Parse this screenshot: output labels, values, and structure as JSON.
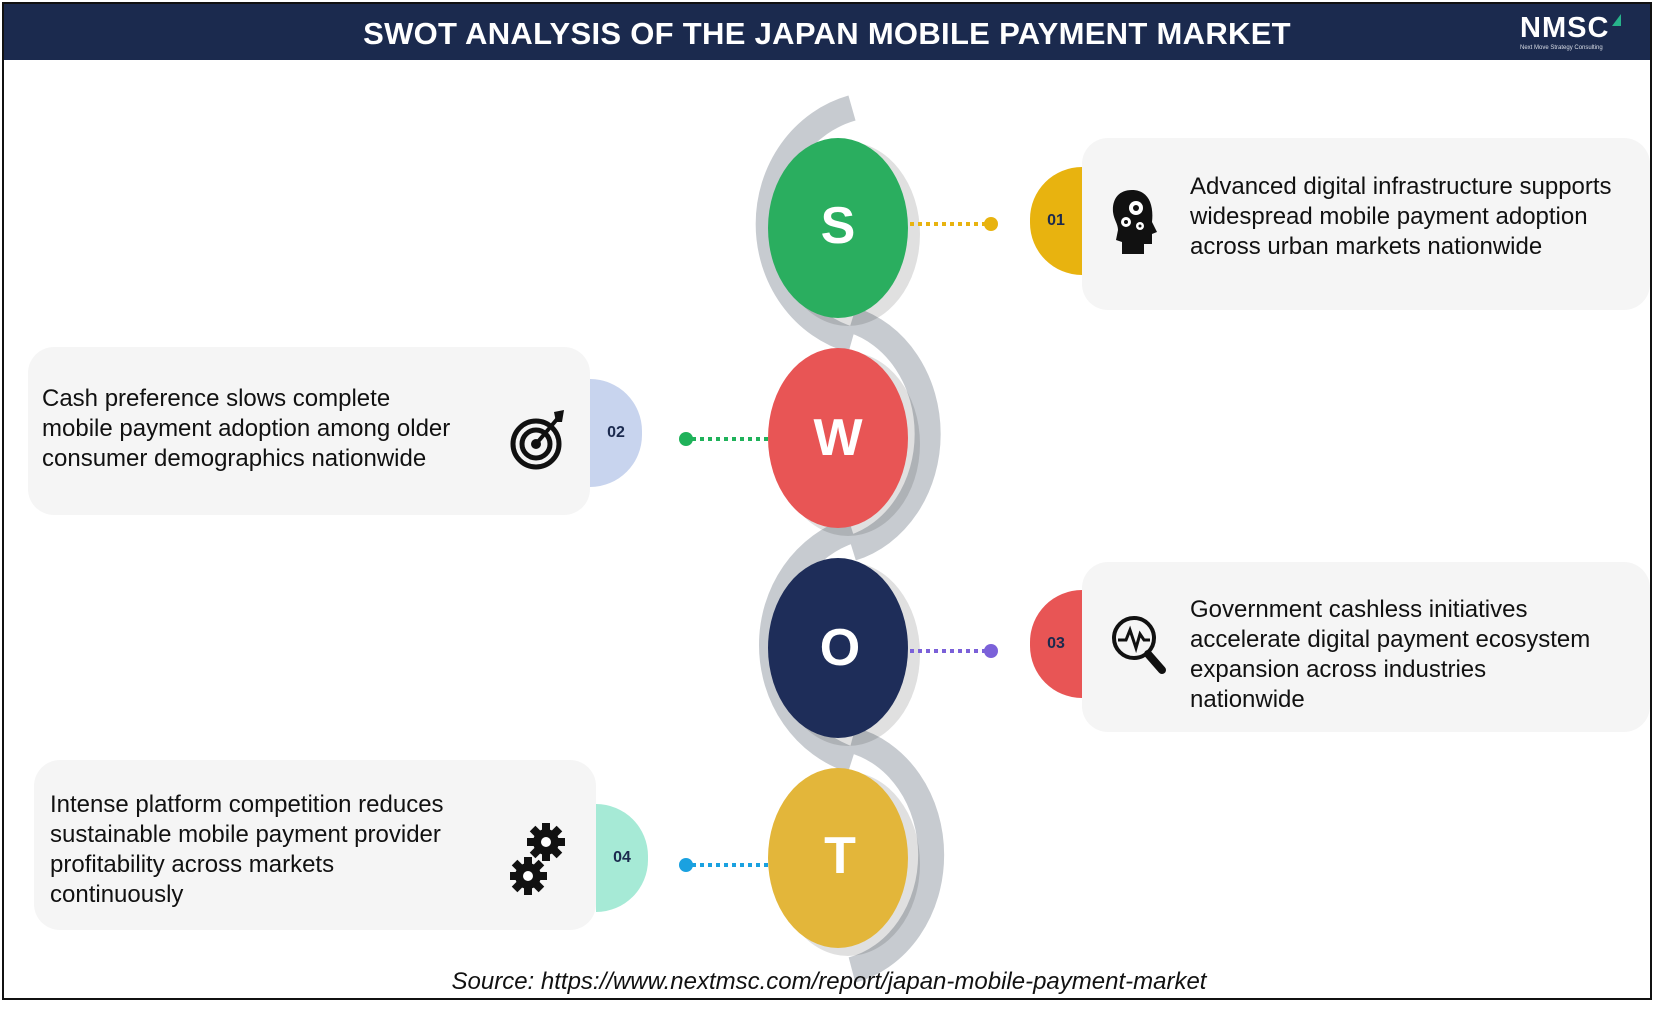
{
  "header": {
    "title": "SWOT ANALYSIS OF THE JAPAN MOBILE PAYMENT MARKET",
    "logo_text": "NMSC",
    "logo_tagline": "Next Move Strategy Consulting"
  },
  "swot": [
    {
      "letter": "S",
      "number": "01",
      "text_lines": [
        "Advanced digital infrastructure supports",
        "widespread mobile payment adoption",
        "across urban markets nationwide"
      ],
      "icon": "head-gears-icon",
      "circle_color": "#2aae5f",
      "tab_color": "#e8b30f",
      "dot_color": "#e8b30f"
    },
    {
      "letter": "W",
      "number": "02",
      "text_lines": [
        "Cash preference slows complete",
        "mobile payment adoption among older",
        "consumer demographics nationwide"
      ],
      "icon": "target-icon",
      "circle_color": "#e85555",
      "tab_color": "#c8d4ee",
      "dot_color": "#1fb25a"
    },
    {
      "letter": "O",
      "number": "03",
      "text_lines": [
        "Government cashless initiatives",
        "accelerate digital payment ecosystem",
        "expansion across industries",
        "nationwide"
      ],
      "icon": "magnifier-pulse-icon",
      "circle_color": "#1e2d59",
      "tab_color": "#e85555",
      "dot_color": "#7b61d9"
    },
    {
      "letter": "T",
      "number": "04",
      "text_lines": [
        "Intense platform competition reduces",
        "sustainable mobile payment provider",
        "profitability across markets",
        "continuously"
      ],
      "icon": "gears-icon",
      "circle_color": "#e3b63a",
      "tab_color": "#a6ead6",
      "dot_color": "#1aa1e0"
    }
  ],
  "source": "Source: https://www.nextmsc.com/report/japan-mobile-payment-market"
}
